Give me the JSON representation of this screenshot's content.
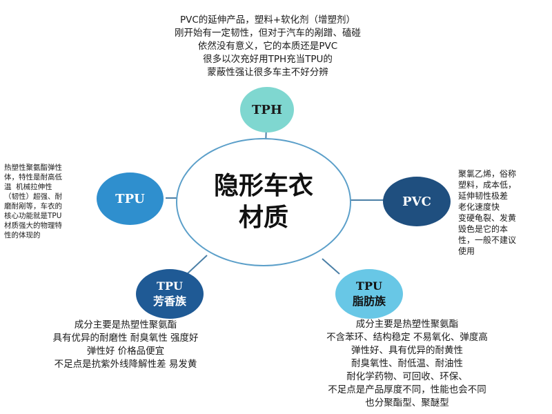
{
  "center": {
    "title": "隐形车衣\n材质"
  },
  "nodes": {
    "tph": {
      "label": "TPH"
    },
    "tpu": {
      "label": "TPU"
    },
    "pvc": {
      "label": "PVC"
    },
    "tpu_aromatic": {
      "label": "TPU\n芳香族"
    },
    "tpu_aliphatic": {
      "label": "TPU\n脂肪族"
    }
  },
  "texts": {
    "tph_desc": "PVC的延伸产品，塑料+软化剂（增塑剂）\n刚开始有一定韧性，但对于汽车的剐蹭、磕碰\n依然没有意义，它的本质还是PVC\n很多以次充好用TPH充当TPU的\n蒙蔽性强让很多车主不好分辨",
    "tpu_desc": "热塑性聚氨酯弹性\n体，特性是耐高低\n温  机械拉伸性\n（韧性）超强、耐\n磨耐剐等，车衣的\n核心功能就是TPU\n材质强大的物理特\n性的体现的",
    "pvc_desc": "聚氯乙烯，俗称\n塑料，成本低，\n延伸韧性极差\n老化速度快\n变硬龟裂、发黄\n毁色是它的本\n性，一般不建议\n使用",
    "aromatic_desc": "成分主要是热塑性聚氨酯\n具有优异的耐磨性 耐臭氧性 强度好\n弹性好 价格品便宜\n不足点是抗紫外线降解性差 易发黄",
    "aliphatic_desc": "成分主要是热塑性聚氨酯\n不含苯环、结构稳定 不易氧化、弹度高\n弹性好、具有优异的耐黄性\n耐臭氧性、耐低温、耐油性\n耐化学药物、可回收、环保、\n不足点是产品厚度不同，性能也会不同\n也分聚酯型、聚醚型"
  },
  "colors": {
    "tph": "#7fd7d0",
    "tpu": "#2f8fce",
    "pvc": "#1f4f7f",
    "tpu_aromatic": "#1f5a95",
    "tpu_aliphatic": "#68c7e6",
    "center_border": "#5b9fc9",
    "line": "#4a7fa6"
  }
}
